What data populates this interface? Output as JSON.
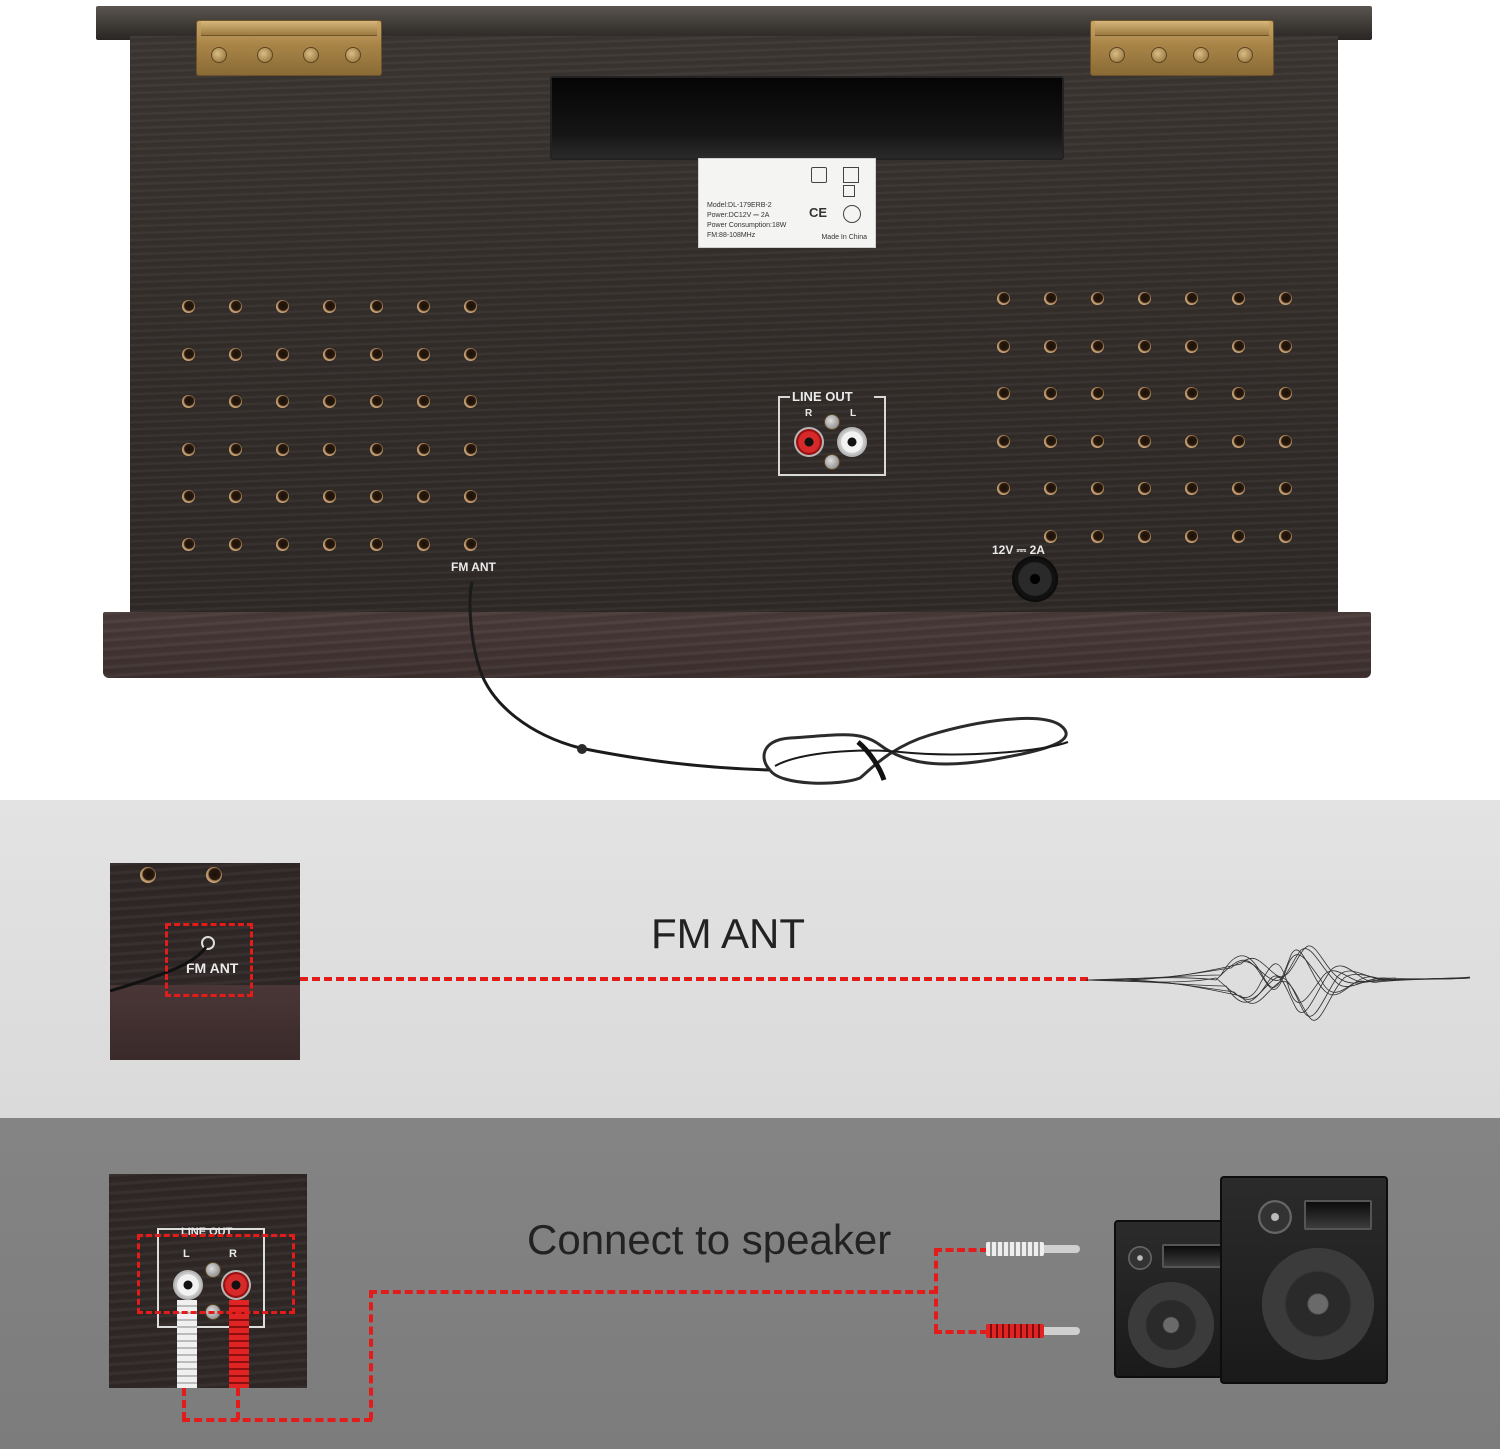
{
  "product": {
    "spec_label": {
      "model": "Model:DL-179ERB-2",
      "power": "Power:DC12V ⎓ 2A",
      "consumption": "Power Consumption:18W",
      "fm": "FM:88-108MHz",
      "made_in": "Made In China",
      "ce_mark": "CE"
    },
    "line_out_label": "LINE  OUT",
    "line_out_r": "R",
    "line_out_l": "L",
    "fm_ant_label": "FM  ANT",
    "dc_label": "12V ⎓ 2A"
  },
  "fm_section": {
    "title": "FM ANT",
    "thumb_label": "FM ANT",
    "accent_color": "#e21b1b"
  },
  "speaker_section": {
    "title": "Connect to speaker",
    "thumb_label": "LINE OUT",
    "thumb_l": "L",
    "thumb_r": "R",
    "accent_color": "#e21b1b"
  }
}
